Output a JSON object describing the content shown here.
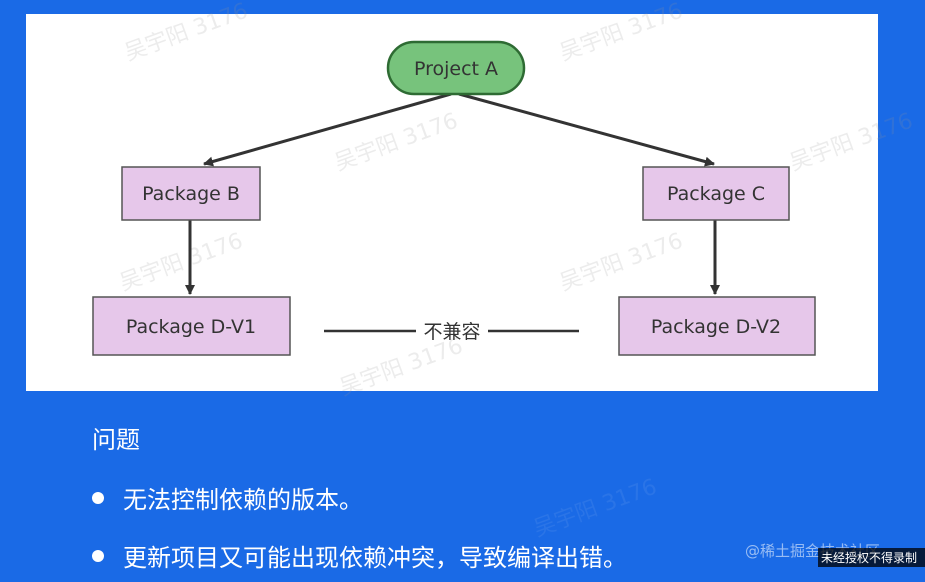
{
  "diagram": {
    "nodes": {
      "project_a": "Project A",
      "package_b": "Package B",
      "package_c": "Package C",
      "package_d_v1": "Package D-V1",
      "package_d_v2": "Package D-V2"
    },
    "conflict_label": "不兼容",
    "colors": {
      "root_fill": "#77c37c",
      "root_stroke": "#2e6b33",
      "package_fill": "#e6c7ea",
      "package_stroke": "#555555",
      "arrow": "#333333"
    }
  },
  "watermark": "吴宇阳 3176",
  "content": {
    "heading": "问题",
    "bullets": [
      "无法控制依赖的版本。",
      "更新项目又可能出现依赖冲突，导致编译出错。"
    ]
  },
  "footer": {
    "site_watermark": "@稀土掘金技术社区",
    "notice": "未经授权不得录制"
  }
}
